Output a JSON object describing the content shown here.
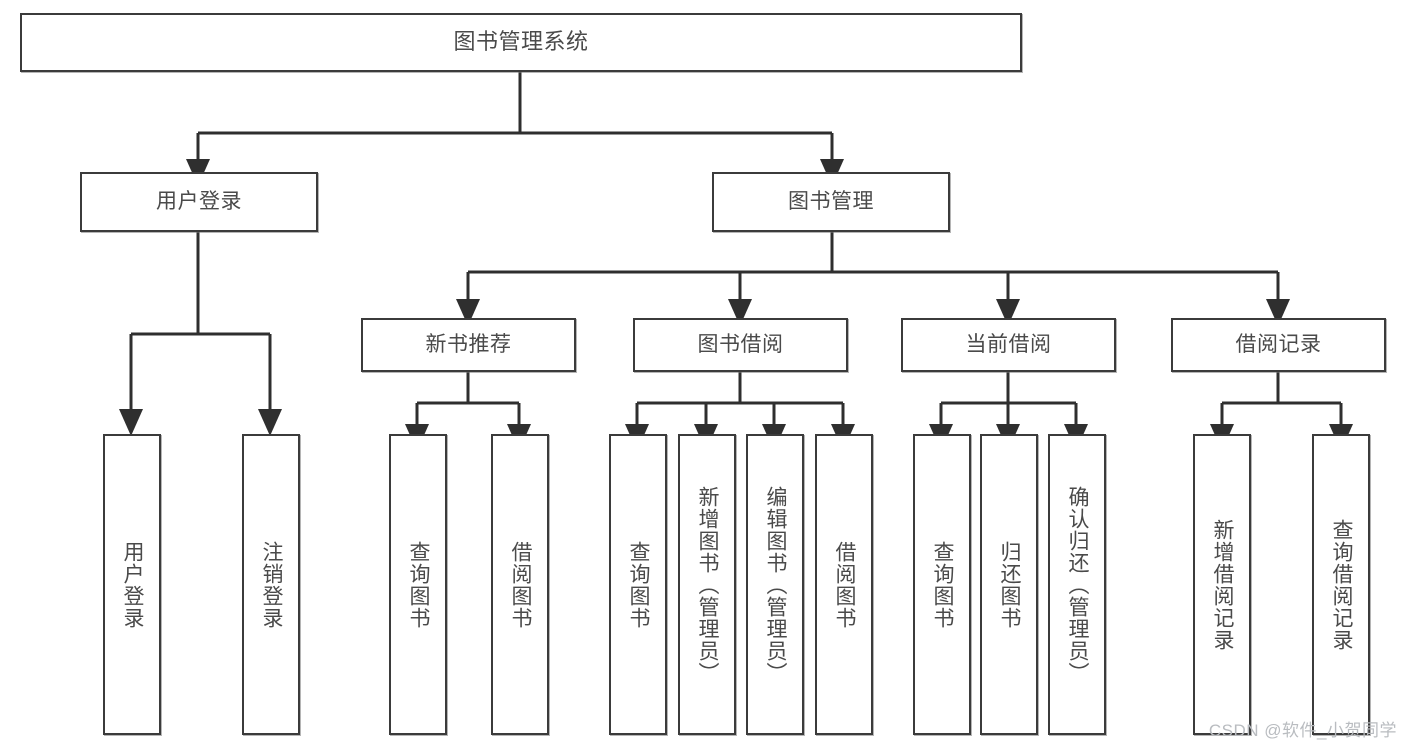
{
  "diagram": {
    "type": "tree",
    "title": "图书管理系统",
    "orientation": "top-down",
    "colors": {
      "border": "#3b3b3b",
      "text": "#4a4a4a",
      "background": "#ffffff",
      "edge": "#2f2f2f",
      "watermark": "#b9bcc0"
    }
  },
  "watermark": {
    "text": "CSDN @软件_小贺同学"
  },
  "nodes": {
    "root": {
      "label": "图书管理系统",
      "level": 0
    },
    "level1": [
      {
        "id": "user-login",
        "label": "用户登录"
      },
      {
        "id": "book-management",
        "label": "图书管理"
      }
    ],
    "level2": [
      {
        "id": "new-book-recommend",
        "label": "新书推荐",
        "parent": "book-management"
      },
      {
        "id": "book-borrow",
        "label": "图书借阅",
        "parent": "book-management"
      },
      {
        "id": "current-borrow",
        "label": "当前借阅",
        "parent": "book-management"
      },
      {
        "id": "borrow-record",
        "label": "借阅记录",
        "parent": "book-management"
      }
    ],
    "leaves": {
      "user-login": [
        {
          "id": "leaf-user-login",
          "label": "用户登录"
        },
        {
          "id": "leaf-logout",
          "label": "注销登录"
        }
      ],
      "new-book-recommend": [
        {
          "id": "leaf-query-book-1",
          "label": "查询图书"
        },
        {
          "id": "leaf-borrow-book-1",
          "label": "借阅图书"
        }
      ],
      "book-borrow": [
        {
          "id": "leaf-query-book-2",
          "label": "查询图书"
        },
        {
          "id": "leaf-add-book",
          "label": "新增图书（管理员）"
        },
        {
          "id": "leaf-edit-book",
          "label": "编辑图书（管理员）"
        },
        {
          "id": "leaf-borrow-book-2",
          "label": "借阅图书"
        }
      ],
      "current-borrow": [
        {
          "id": "leaf-query-book-3",
          "label": "查询图书"
        },
        {
          "id": "leaf-return-book",
          "label": "归还图书"
        },
        {
          "id": "leaf-confirm-return",
          "label": "确认归还（管理员）"
        }
      ],
      "borrow-record": [
        {
          "id": "leaf-add-record",
          "label": "新增借阅记录"
        },
        {
          "id": "leaf-query-record",
          "label": "查询借阅记录"
        }
      ]
    }
  }
}
